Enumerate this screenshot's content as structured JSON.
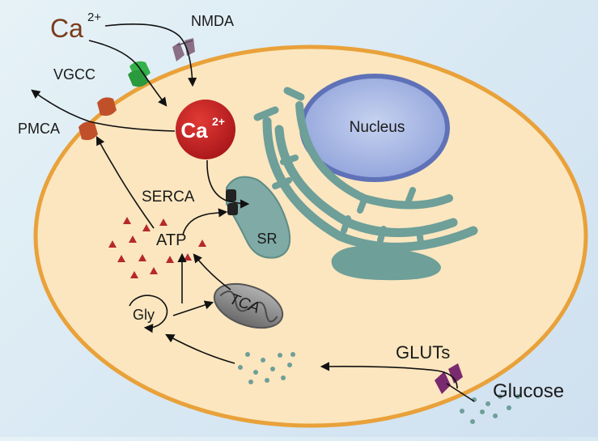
{
  "labels": {
    "ca_ion": "Ca",
    "ca_ion_charge": "2+",
    "ca_cytosol": "Ca",
    "ca_cytosol_charge": "2+",
    "nmda": "NMDA",
    "vgcc": "VGCC",
    "pmca": "PMCA",
    "serca": "SERCA",
    "nucleus": "Nucleus",
    "sr": "SR",
    "atp": "ATP",
    "tca": "TCA",
    "gly": "Gly",
    "gluts": "GLUTs",
    "glucose": "Glucose"
  },
  "colors": {
    "cytoplasm": "#fbe6bf",
    "membrane": "#e9a13a",
    "ca_ion_text": "#7a3a1a",
    "ca_cytosol_circle": "#c8201f",
    "nucleus_fill": "#a9b8e4",
    "nucleus_border": "#5f72b8",
    "er_sr": "#6e9f99",
    "vgcc_channel": "#35b14a",
    "nmda_channel": "#8a6f86",
    "pmca_pump": "#c0502a",
    "gluts_channel": "#7a2a6e",
    "atp_triangles": "#b6282c",
    "glucose_dots": "#6e9f99",
    "mitochondria": "#8a8a8a"
  },
  "icons": [
    "arrow",
    "channel",
    "pump",
    "triangle-molecule",
    "dot-molecule",
    "mitochondrion",
    "golgi-er-stack"
  ]
}
